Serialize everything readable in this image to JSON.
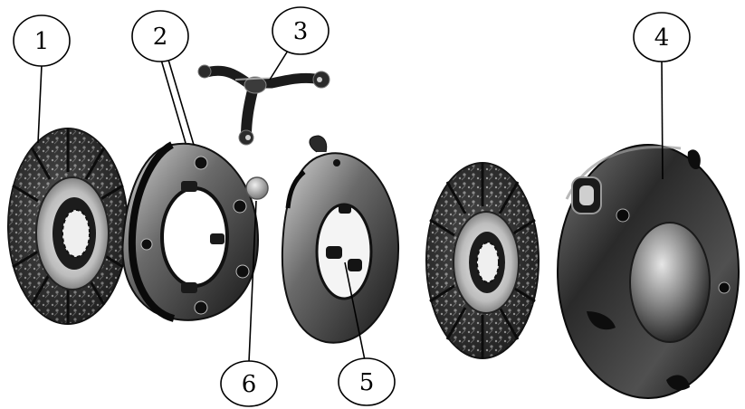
{
  "callouts": {
    "c1": "1",
    "c2": "2",
    "c3": "3",
    "c4": "4",
    "c5": "5",
    "c6": "6"
  },
  "colors": {
    "ink": "#111111",
    "dark_metal": "#2a2a2a",
    "mid_metal": "#6e6e6e",
    "light_metal": "#c9c9c9",
    "paper": "#ffffff"
  }
}
